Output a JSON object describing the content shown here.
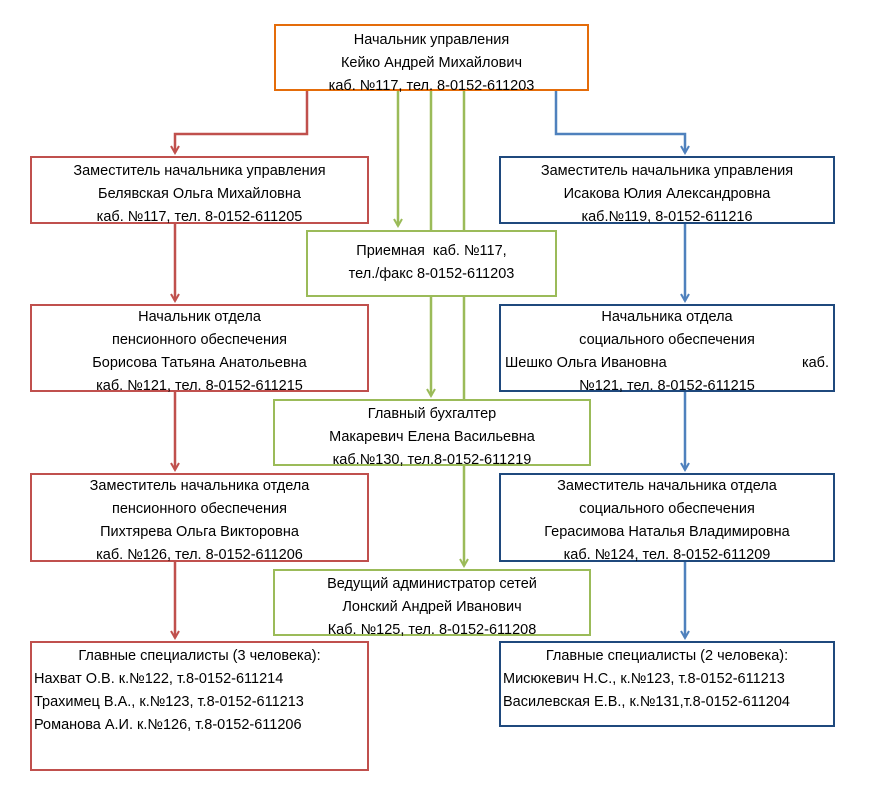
{
  "colors": {
    "head": "#e46c0a",
    "pension": "#c0504d",
    "social": "#1f497d",
    "support": "#9bbb59",
    "red_arrow": "#c0504d",
    "blue_arrow": "#4f81bd"
  },
  "head": {
    "title": "Начальник управления",
    "name": "Кейко Андрей Михайлович",
    "contact": "каб. №117, тел. 8-0152-611203"
  },
  "deputy_left": {
    "title": "Заместитель начальника управления",
    "name": "Белявская Ольга Михайловна",
    "contact": "каб. №117, тел. 8-0152-611205"
  },
  "deputy_right": {
    "title": "Заместитель начальника управления",
    "name": "Исакова Юлия Александровна",
    "contact": "каб.№119, 8-0152-611216"
  },
  "reception": {
    "line1": "Приемная  каб. №117,",
    "line2": "тел./факс 8-0152-611203"
  },
  "pension_head": {
    "title": "Начальник отдела",
    "title2": "пенсионного обеспечения",
    "name": "Борисова Татьяна Анатольевна",
    "contact": "каб. №121, тел. 8-0152-611215"
  },
  "social_head": {
    "title": "Начальника отдела",
    "title2": "социального обеспечения",
    "name": "Шешко Ольга Ивановна",
    "name_tail": "каб.",
    "contact": "№121, тел. 8-0152-611215"
  },
  "accountant": {
    "title": "Главный бухгалтер",
    "name": "Макаревич Елена Васильевна",
    "contact": "каб.№130, тел.8-0152-611219"
  },
  "pension_deputy": {
    "title": "Заместитель начальника отдела",
    "title2": "пенсионного обеспечения",
    "name": "Пихтярева Ольга Викторовна",
    "contact": "каб. №126, тел. 8-0152-611206"
  },
  "social_deputy": {
    "title": "Заместитель начальника отдела",
    "title2": "социального обеспечения",
    "name": "Герасимова Наталья Владимировна",
    "contact": "каб. №124, тел. 8-0152-611209"
  },
  "admin": {
    "title": "Ведущий администратор сетей",
    "name": "Лонский Андрей Иванович",
    "contact": "Каб. №125, тел. 8-0152-611208"
  },
  "pension_specialists": {
    "heading": "Главные специалисты (3 человека):",
    "items": [
      "Нахват О.В. к.№122, т.8-0152-611214",
      "Трахимец В.А., к.№123, т.8-0152-611213",
      "Романова А.И. к.№126, т.8-0152-611206"
    ]
  },
  "social_specialists": {
    "heading": "Главные специалисты (2 человека):",
    "items": [
      "Мисюкевич Н.С., к.№123, т.8-0152-611213",
      "Василевская Е.В., к.№131,т.8-0152-611204"
    ]
  }
}
